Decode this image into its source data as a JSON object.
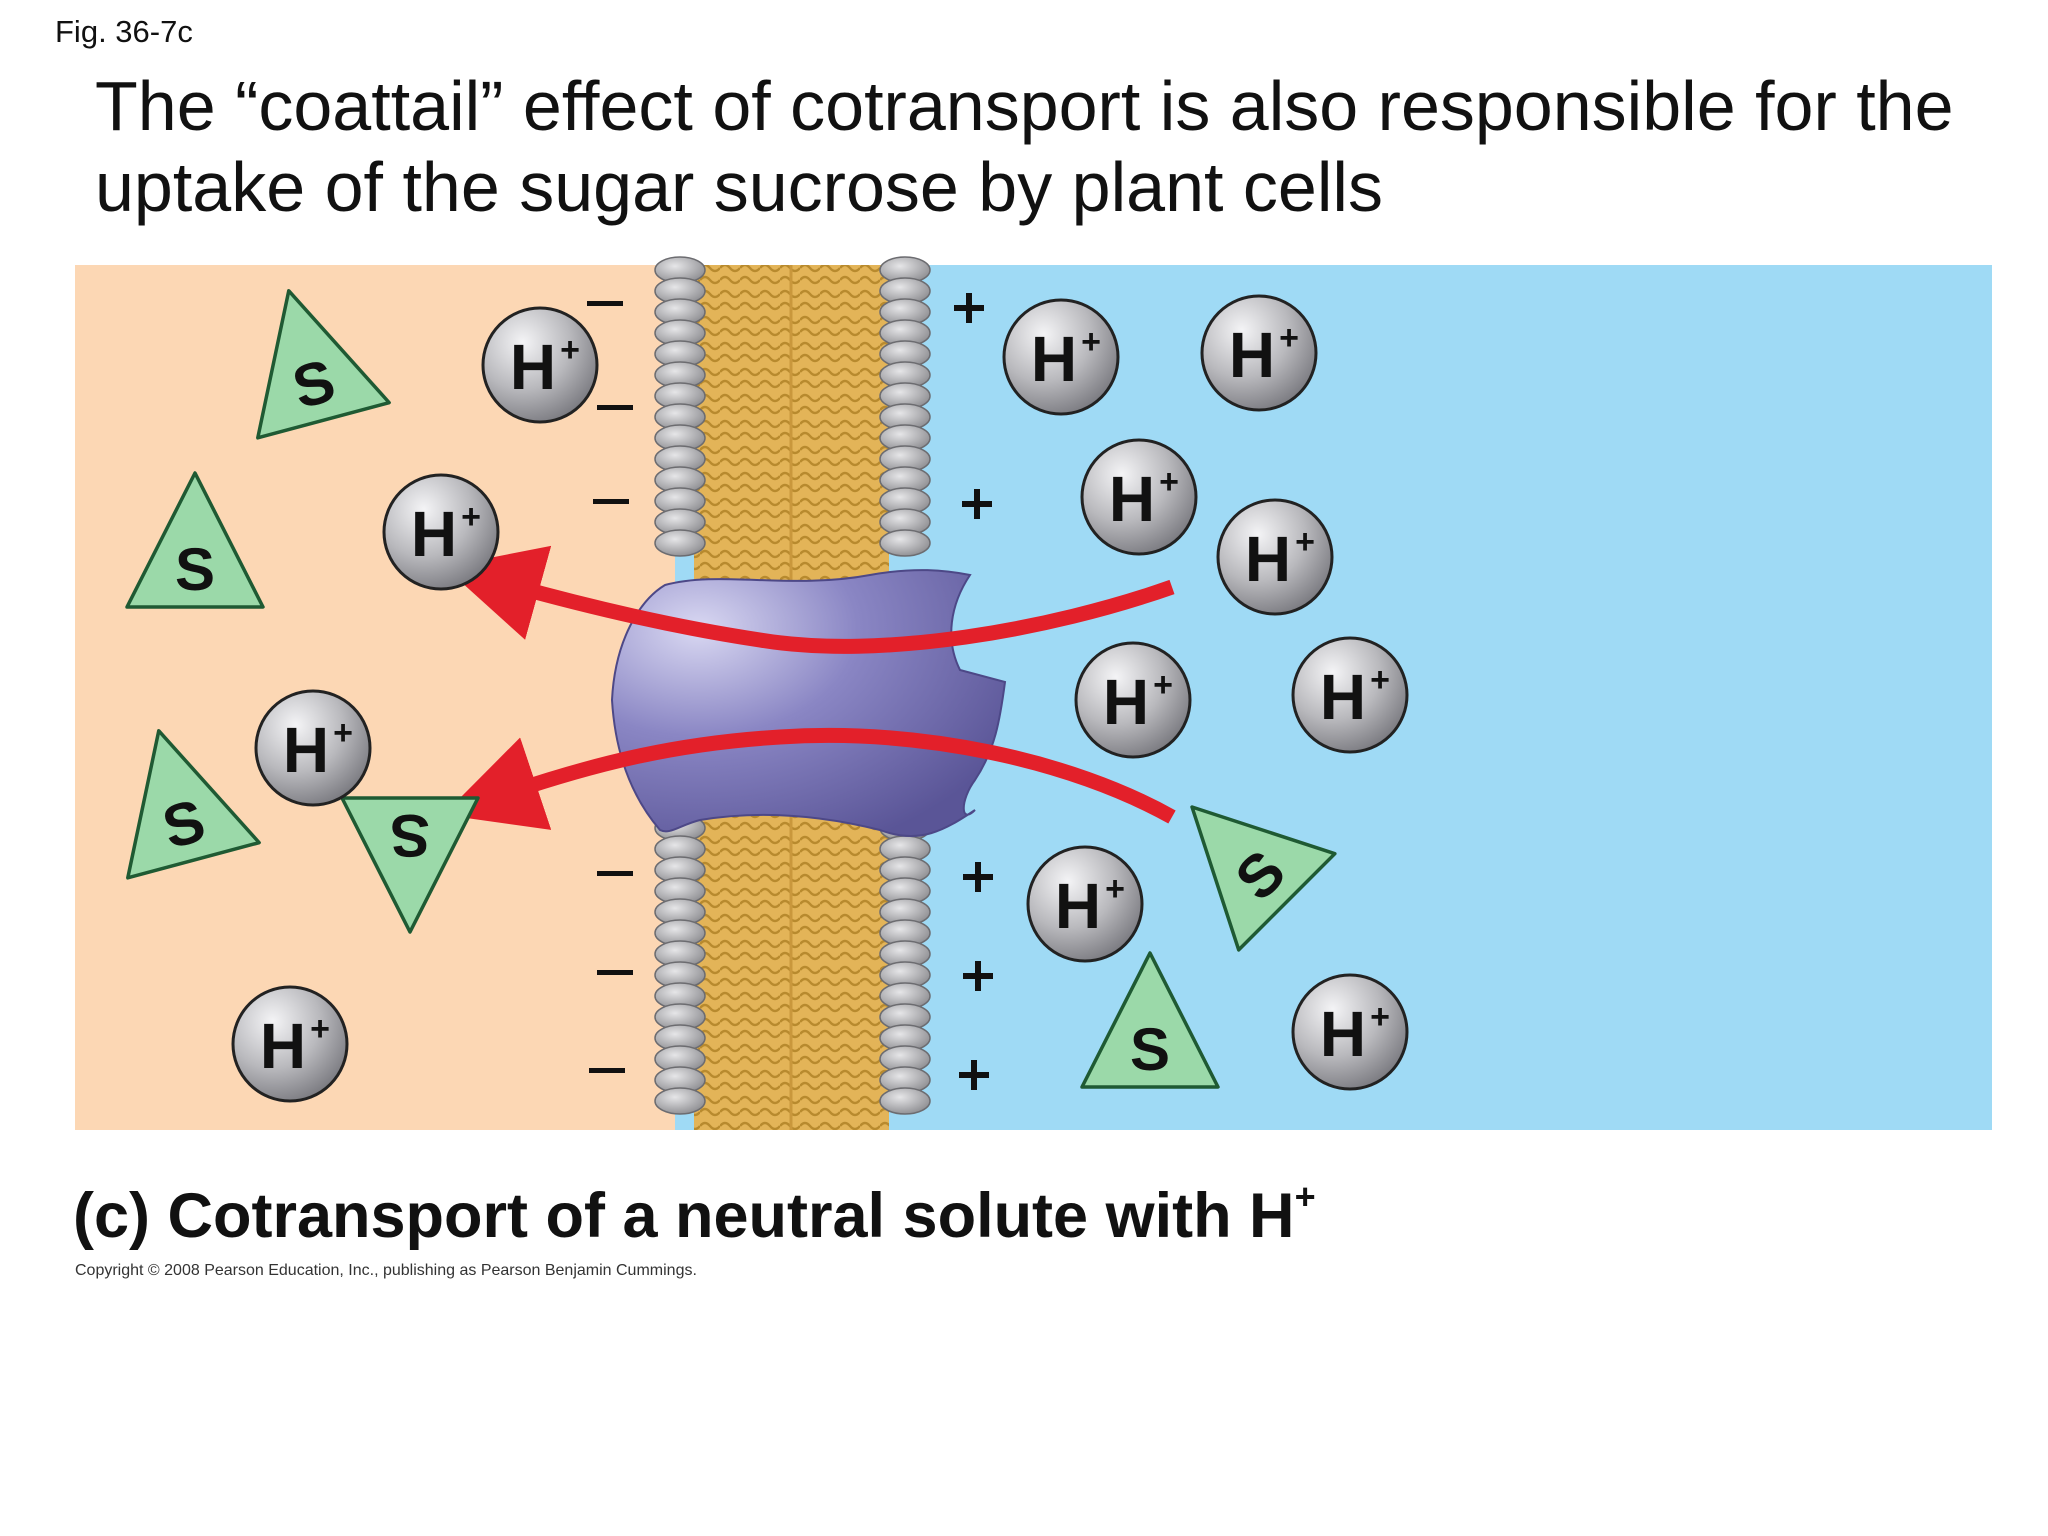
{
  "figure_label": "Fig. 36-7c",
  "title": "The “coattail” effect of cotransport is also responsible for the uptake of the sugar sucrose by plant cells",
  "caption": {
    "text": "(c) Cotransport of a neutral solute with H",
    "superscript": "+"
  },
  "copyright": "Copyright © 2008 Pearson Education, Inc., publishing as Pearson Benjamin Cummings.",
  "labels": {
    "proton": "H",
    "proton_charge": "+",
    "solute": "S",
    "negative_charge": "–",
    "positive_charge": "+"
  },
  "colors": {
    "inside_cell": "#fcd7b4",
    "outside_cell": "#9fdaf5",
    "membrane_tails": "#e3b458",
    "phospholipid_heads": "#a8a8ab",
    "transport_protein": "#8a86c4",
    "arrows": "#e3202a",
    "solute_triangle": "#9bd9a9",
    "proton_sphere": "#b9b9bd"
  }
}
